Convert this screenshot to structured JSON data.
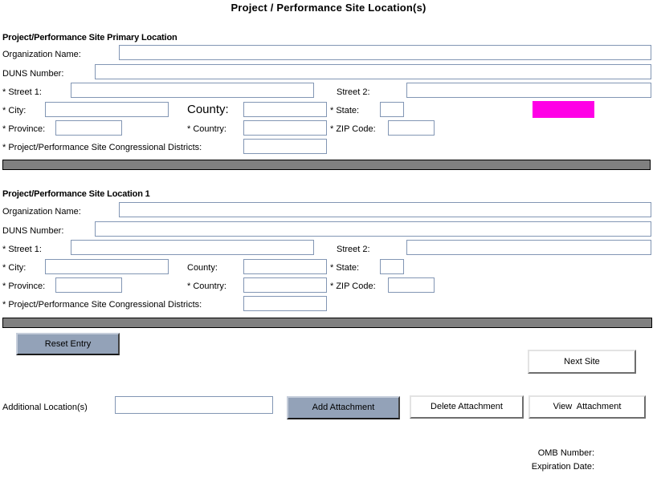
{
  "page": {
    "title": "Project / Performance Site Location(s)"
  },
  "sections": [
    {
      "header": "Project/Performance Site Primary Location",
      "fields": {
        "organization_name_label": "Organization Name:",
        "organization_name_value": "",
        "duns_label": "DUNS Number:",
        "duns_value": "",
        "street1_label": "* Street 1:",
        "street1_value": "",
        "street2_label": "Street 2:",
        "street2_value": "",
        "city_label": "* City:",
        "city_value": "",
        "county_label": "County:",
        "county_value": "",
        "state_label": "* State:",
        "state_value": "",
        "province_label": "* Province:",
        "province_value": "",
        "country_label": "* Country:",
        "country_value": "",
        "zip_label": "* ZIP Code:",
        "zip_value": "",
        "districts_label": "* Project/Performance Site Congressional Districts:",
        "districts_value": ""
      }
    },
    {
      "header": "Project/Performance Site Location 1",
      "fields": {
        "organization_name_label": "Organization Name:",
        "organization_name_value": "",
        "duns_label": "DUNS Number:",
        "duns_value": "",
        "street1_label": "* Street 1:",
        "street1_value": "",
        "street2_label": "Street 2:",
        "street2_value": "",
        "city_label": "* City:",
        "city_value": "",
        "county_label": "County:",
        "county_value": "",
        "state_label": "* State:",
        "state_value": "",
        "province_label": "* Province:",
        "province_value": "",
        "country_label": "* Country:",
        "country_value": "",
        "zip_label": "* ZIP Code:",
        "zip_value": "",
        "districts_label": "* Project/Performance Site Congressional Districts:",
        "districts_value": ""
      }
    }
  ],
  "actions": {
    "reset_entry": "Reset Entry",
    "next_site": "Next Site",
    "additional_locations_label": "Additional Location(s)",
    "additional_locations_value": "",
    "add_attachment": "Add Attachment",
    "delete_attachment": "Delete Attachment",
    "view_attachment": "View  Attachment"
  },
  "footer": {
    "omb_number_label": "OMB Number:",
    "expiration_date_label": "Expiration Date:"
  },
  "colors": {
    "field_border": "#8296b4",
    "separator_fill": "#808080",
    "button_slate": "#93a2b8",
    "highlight_magenta": "#ff00e6"
  }
}
